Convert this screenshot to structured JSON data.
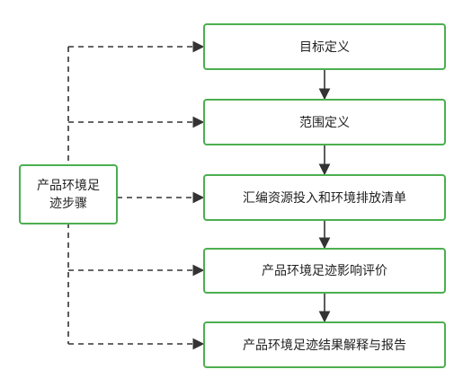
{
  "diagram": {
    "source": {
      "line1": "产品环境足",
      "line2": "迹步骤"
    },
    "steps": [
      {
        "label": "目标定义"
      },
      {
        "label": "范围定义"
      },
      {
        "label": "汇编资源投入和环境排放清单"
      },
      {
        "label": "产品环境足迹影响评价"
      },
      {
        "label": "产品环境足迹结果解释与报告"
      }
    ],
    "colors": {
      "box_border": "#4caf50",
      "arrow": "#333333",
      "text": "#222222"
    }
  }
}
